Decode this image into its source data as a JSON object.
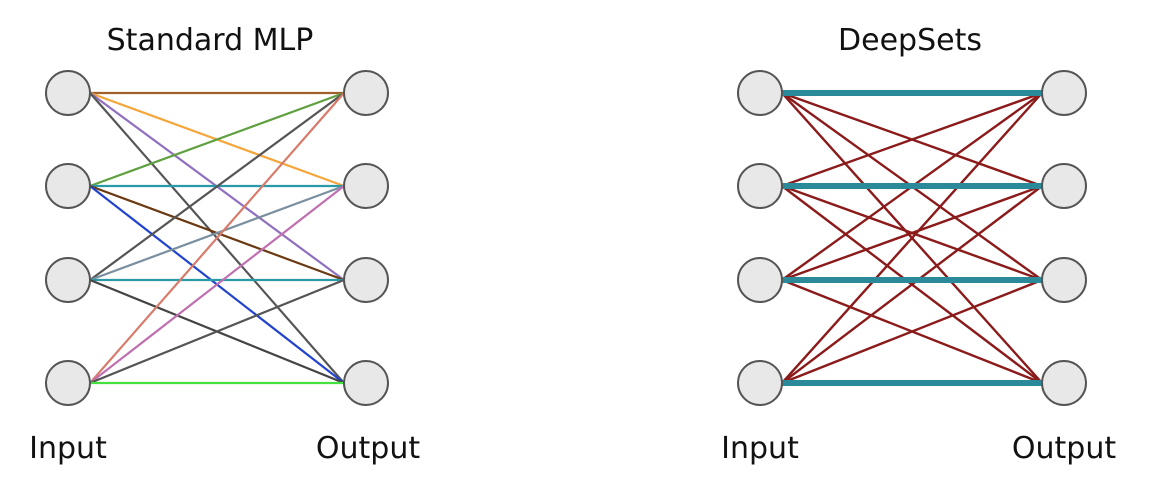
{
  "mlp": {
    "title": "Standard MLP",
    "input_label": "Input",
    "output_label": "Output",
    "node_count": 4,
    "edges": [
      {
        "from": 0,
        "to": 0,
        "color": "#a0622a"
      },
      {
        "from": 0,
        "to": 1,
        "color": "#f5a63a"
      },
      {
        "from": 0,
        "to": 2,
        "color": "#8f6fc0"
      },
      {
        "from": 0,
        "to": 3,
        "color": "#555555"
      },
      {
        "from": 1,
        "to": 0,
        "color": "#5fa040"
      },
      {
        "from": 1,
        "to": 1,
        "color": "#2a9aa8"
      },
      {
        "from": 1,
        "to": 2,
        "color": "#6b3a12"
      },
      {
        "from": 1,
        "to": 3,
        "color": "#2244cc"
      },
      {
        "from": 2,
        "to": 0,
        "color": "#555555"
      },
      {
        "from": 2,
        "to": 1,
        "color": "#7a8fa0"
      },
      {
        "from": 2,
        "to": 2,
        "color": "#2a9aa8"
      },
      {
        "from": 2,
        "to": 3,
        "color": "#444444"
      },
      {
        "from": 3,
        "to": 0,
        "color": "#d87a6a"
      },
      {
        "from": 3,
        "to": 1,
        "color": "#c070b0"
      },
      {
        "from": 3,
        "to": 2,
        "color": "#555555"
      },
      {
        "from": 3,
        "to": 3,
        "color": "#44e040"
      }
    ]
  },
  "deepsets": {
    "title": "DeepSets",
    "input_label": "Input",
    "output_label": "Output",
    "node_count": 4,
    "self_edge_color": "#2a8a9a",
    "cross_edge_color": "#8b1a1a"
  }
}
